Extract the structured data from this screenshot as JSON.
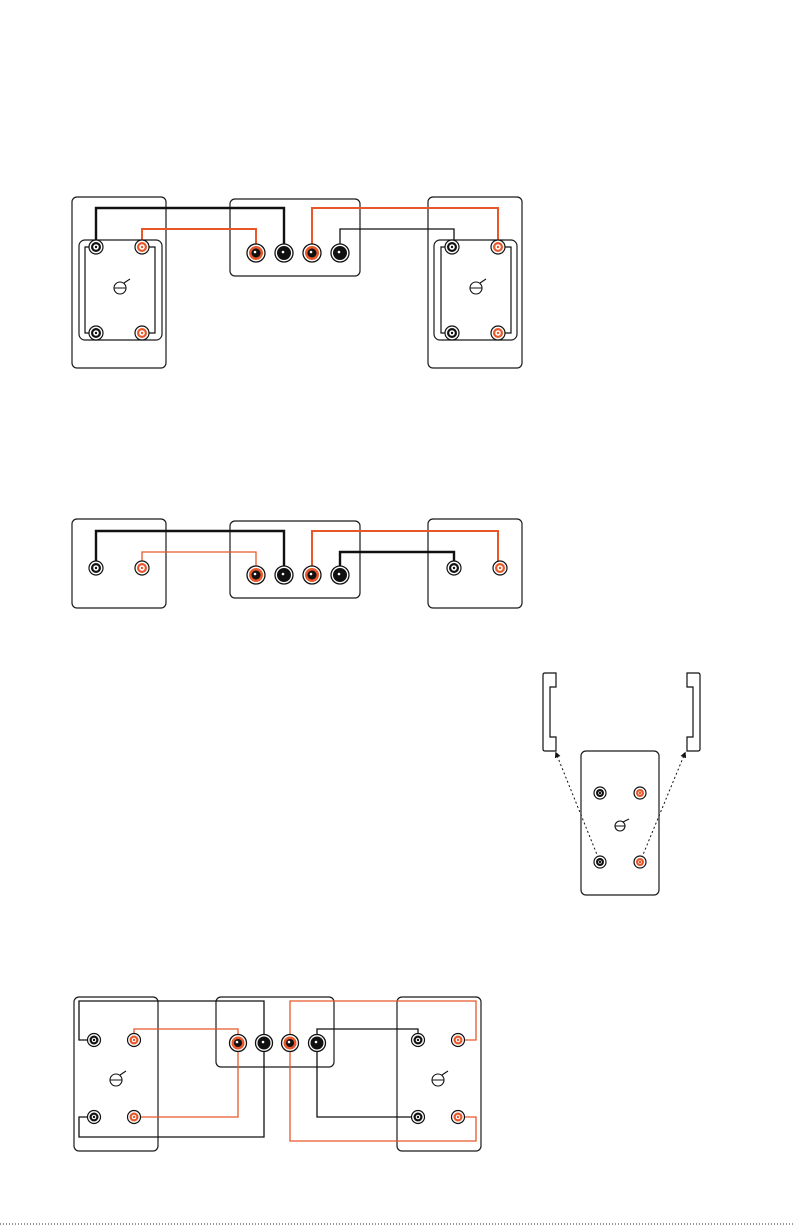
{
  "colors": {
    "black_terminal": "#111111",
    "red_terminal": "#e8572a",
    "wire_black": "#111111",
    "wire_orange": "#e8572a",
    "outline": "#1a1a1a"
  },
  "icons": {
    "terminal_black": "black-binding-post",
    "terminal_red": "red-binding-post",
    "jack_black": "black-output-jack",
    "jack_red": "red-output-jack",
    "polarity": "ground-polarity-symbol",
    "bracket": "mounting-bracket",
    "arrow": "dashed-arrow"
  },
  "diagrams": [
    {
      "id": "fig1",
      "description_visible": false,
      "panels": [
        "left-cabinet",
        "center-amp",
        "right-cabinet"
      ],
      "wires": "4"
    },
    {
      "id": "fig2",
      "panels": [
        "left-cabinet",
        "center-amp",
        "right-cabinet"
      ]
    },
    {
      "id": "fig3",
      "panels": [
        "bracket-left",
        "bracket-right",
        "cabinet"
      ]
    },
    {
      "id": "fig4",
      "panels": [
        "left-cabinet",
        "center-amp",
        "right-cabinet"
      ]
    }
  ]
}
